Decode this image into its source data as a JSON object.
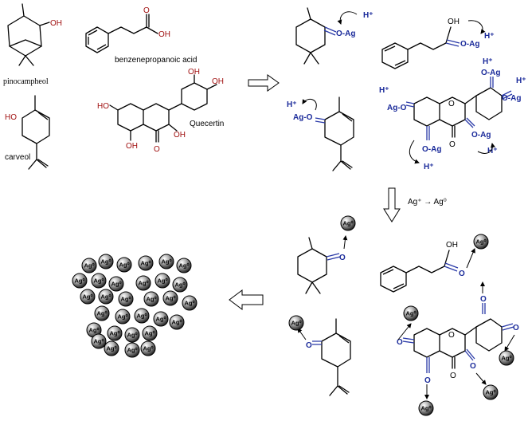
{
  "labels": {
    "pinocampheol": "pinocampheol",
    "benzenepropanoic_acid": "benzenepropanoic acid",
    "carveol": "carveol",
    "quercetin": "Quecertin",
    "reduction": "Ag⁺ → Ag⁰"
  },
  "atoms": {
    "oh": "OH",
    "ho": "HO",
    "o": "O",
    "o_ag": "O-Ag",
    "ag_o": "Ag-O",
    "h_plus": "H⁺",
    "ag_plus": "Ag⁺",
    "ag_zero": "Ag⁰"
  },
  "colors": {
    "oxygen_red": "#a01010",
    "bond_blue": "#2a3aa8",
    "proton_blue": "#1a2a9a",
    "nanoparticle_fill": "#8a8a8a"
  }
}
